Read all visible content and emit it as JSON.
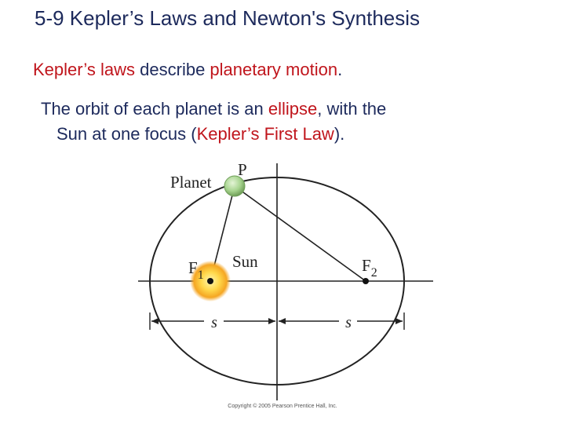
{
  "slide": {
    "title": "5-9 Kepler’s Laws and Newton's Synthesis",
    "line1": {
      "part1": "Kepler’s laws",
      "part2": " describe ",
      "part3": "planetary motion",
      "part4": "."
    },
    "line2": {
      "part1": "The orbit of each planet is an ",
      "part2": "ellipse",
      "part3": ", with the"
    },
    "line3": {
      "part1": "Sun at one focus (",
      "part2": "Kepler’s First Law",
      "part3": ")."
    }
  },
  "diagram": {
    "planet_label": "Planet",
    "point_label": "P",
    "sun_label": "Sun",
    "f1_label": "F",
    "f1_sub": "1",
    "f2_label": "F",
    "f2_sub": "2",
    "s_left": "s",
    "s_right": "s",
    "copyright": "Copyright © 2005 Pearson Prentice Hall, Inc."
  },
  "colors": {
    "text": "#1d2a5c",
    "highlight": "#c0151c",
    "planet": "#a7d48f",
    "sun_core": "#ffd84a",
    "sun_glow": "#f5a623"
  }
}
